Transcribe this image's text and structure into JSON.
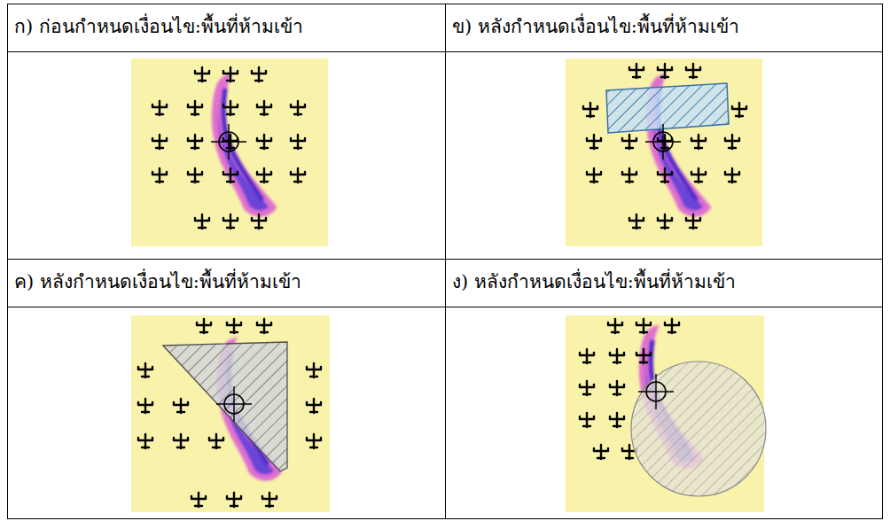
{
  "diagram": {
    "labels": [
      "ก) ก่อนกำหนดเงื่อนไข:พื้นที่ห้ามเข้า",
      "ข) หลังกำหนดเงื่อนไข:พื้นที่ห้ามเข้า",
      "ค) หลังกำหนดเงื่อนไข:พื้นที่ห้ามเข้า",
      "ง) หลังกำหนดเงื่อนไข:พื้นที่ห้ามเข้า"
    ]
  }
}
